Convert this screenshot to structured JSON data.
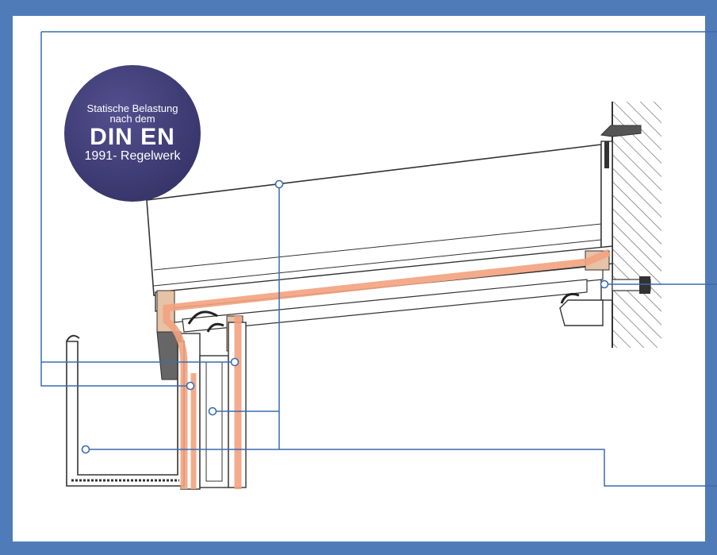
{
  "badge": {
    "line1": "Statische Belastung",
    "line2": "nach dem",
    "line3": "DIN EN",
    "line4": "1991- Regelwerk"
  },
  "colors": {
    "frame": "#4f7bb8",
    "leader": "#3a6cb0",
    "heat_flow": "#f2a27f",
    "outline": "#333333",
    "insulation": "#c9794e"
  }
}
